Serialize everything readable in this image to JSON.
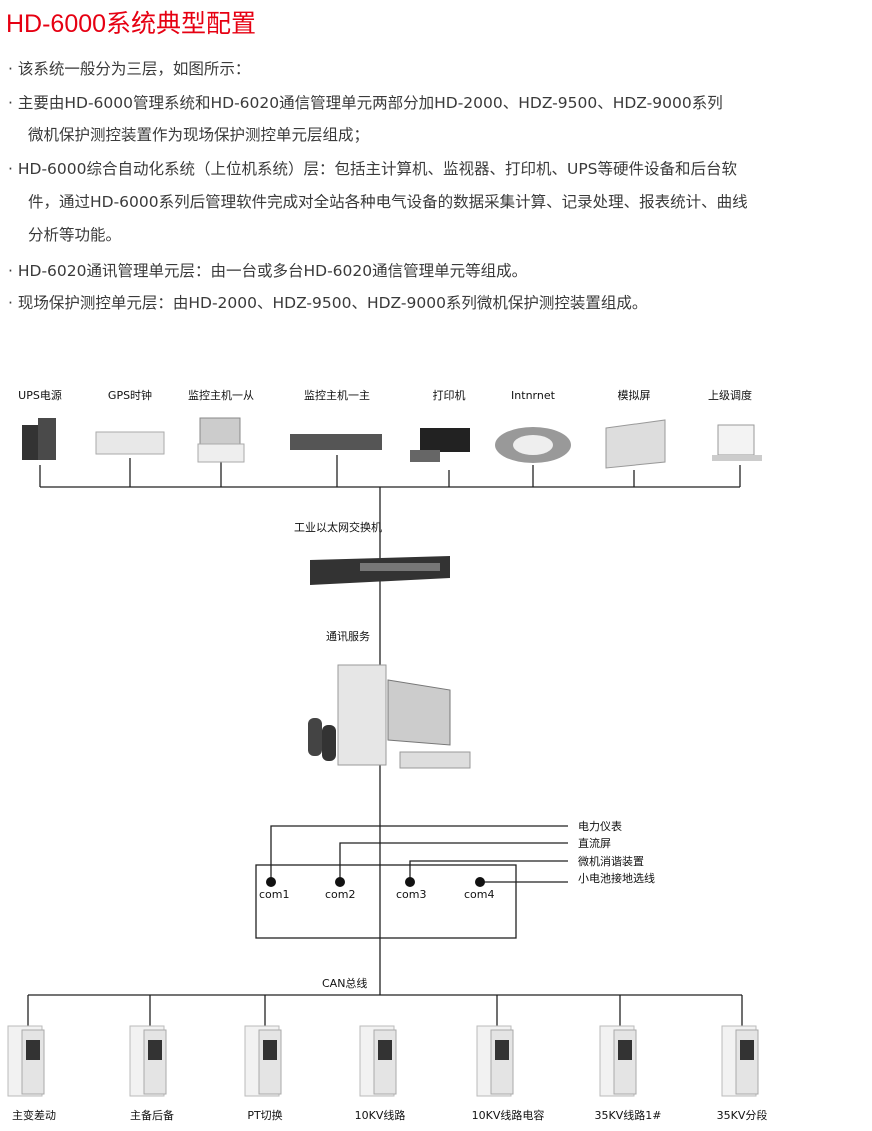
{
  "title": "HD-6000系统典型配置",
  "bullets": [
    "· 该系统一般分为三层，如图所示：",
    "· 主要由HD-6000管理系统和HD-6020通信管理单元两部分加HD-2000、HDZ-9500、HDZ-9000系列",
    "微机保护测控装置作为现场保护测控单元层组成；",
    "· HD-6000综合自动化系统（上位机系统）层：包括主计算机、监视器、打印机、UPS等硬件设备和后台软",
    "件，通过HD-6000系列后管理软件完成对全站各种电气设备的数据采集计算、记录处理、报表统计、曲线",
    "分析等功能。",
    "· HD-6020通讯管理单元层：由一台或多台HD-6020通信管理单元等组成。",
    "· 现场保护测控单元层：由HD-2000、HDZ-9500、HDZ-9000系列微机保护测控装置组成。"
  ],
  "top_devices": [
    "UPS电源",
    "GPS时钟",
    "监控主机一从",
    "监控主机一主",
    "打印机",
    "Intnrnet",
    "模拟屏",
    "上级调度"
  ],
  "switch_label": "工业以太网交换机",
  "server_label": "通讯服务",
  "com_ports": [
    "com1",
    "com2",
    "com3",
    "com4"
  ],
  "com_targets": [
    "电力仪表",
    "直流屏",
    "微机消谐装置",
    "小电池接地选线"
  ],
  "can_label": "CAN总线",
  "bottom_devices": [
    "主变差动",
    "主备后备",
    "PT切换",
    "10KV线路",
    "10KV线路电容",
    "35KV线路1#",
    "35KV分段"
  ]
}
